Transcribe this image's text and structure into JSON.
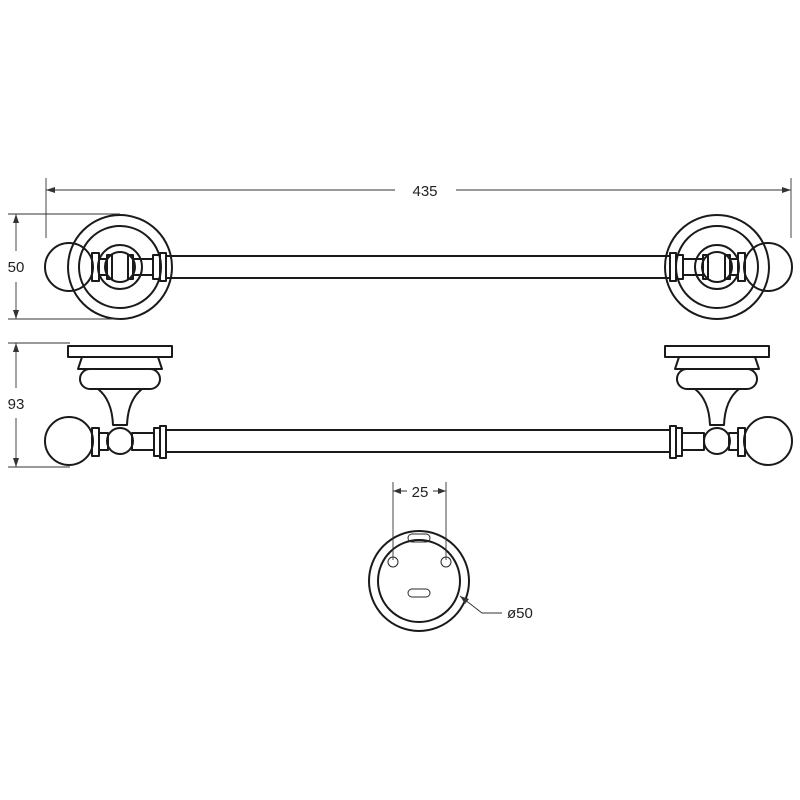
{
  "dimensions": {
    "overall_length": "435",
    "plate_height": "50",
    "projection": "93",
    "hole_spacing": "25",
    "plate_diameter": "ø50"
  },
  "colors": {
    "line": "#1a1a1a",
    "dimension_line": "#333333",
    "background": "#ffffff"
  }
}
